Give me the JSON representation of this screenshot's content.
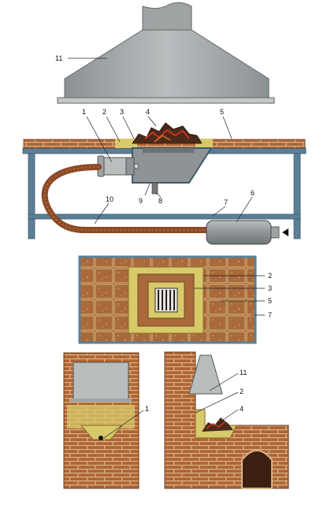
{
  "labels": {
    "hood": "11",
    "blower_pipe": "1",
    "frame_lining": "2",
    "grate_ring": "3",
    "coals": "4",
    "table_top": "5",
    "fan": "6",
    "frame_bar": "7",
    "tuyere_box": "8",
    "ash_valve": "9",
    "air_hose": "10"
  },
  "plan_labels": [
    "2",
    "3",
    "5",
    "7"
  ],
  "masonry_labels": {
    "front_inlet": "1",
    "side_hood": "11",
    "side_lining": "2",
    "side_coals": "4"
  },
  "colors": {
    "hood_metal": "#9ea3a4",
    "brick": "#a85a2c",
    "mortar": "#c8a070",
    "frame_blue": "#5b7f96",
    "hose_brown": "#8a4a26",
    "lining_yellow": "#d8c96a",
    "ember_red": "#c8321e"
  }
}
